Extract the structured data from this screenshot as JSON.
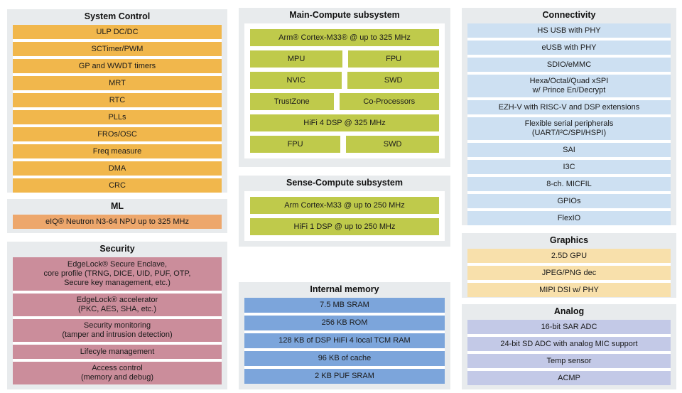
{
  "palette": {
    "section_bg": "#e8ebed",
    "system_control": "#f1b74c",
    "ml": "#eda76c",
    "security": "#cb8d9b",
    "compute": "#bfca4b",
    "memory": "#7ca5db",
    "connectivity": "#cde0f2",
    "graphics": "#f8e0ab",
    "analog": "#c3c9e7"
  },
  "sections": {
    "system_control": {
      "title": "System Control",
      "items": [
        "ULP DC/DC",
        "SCTimer/PWM",
        "GP and WWDT timers",
        "MRT",
        "RTC",
        "PLLs",
        "FROs/OSC",
        "Freq measure",
        "DMA",
        "CRC"
      ]
    },
    "ml": {
      "title": "ML",
      "items": [
        "eIQ® Neutron N3-64 NPU up to 325 MHz"
      ]
    },
    "security": {
      "title": "Security",
      "items": [
        "EdgeLock® Secure Enclave,\ncore profile (TRNG, DICE, UID, PUF, OTP,\nSecure key management, etc.)",
        "EdgeLock® accelerator\n(PKC, AES, SHA, etc.)",
        "Security monitoring\n(tamper and intrusion detection)",
        "Lifecyle management",
        "Access control\n(memory and debug)"
      ]
    },
    "main_compute": {
      "title": "Main-Compute subsystem",
      "rows": [
        {
          "full": "Arm® Cortex-M33® @ up to 325 MHz"
        },
        {
          "left": "MPU",
          "right": "FPU"
        },
        {
          "left": "NVIC",
          "right": "SWD"
        },
        {
          "left": "TrustZone",
          "right": "Co-Processors"
        },
        {
          "full": "HiFi 4 DSP @ 325 MHz"
        },
        {
          "left": "FPU",
          "right": "SWD"
        }
      ]
    },
    "sense_compute": {
      "title": "Sense-Compute subsystem",
      "items": [
        "Arm Cortex-M33 @ up to 250 MHz",
        "HiFi 1 DSP @ up to 250 MHz"
      ]
    },
    "internal_memory": {
      "title": "Internal memory",
      "items": [
        "7.5 MB SRAM",
        "256 KB ROM",
        "128 KB of DSP HiFi 4 local TCM RAM",
        "96 KB of cache",
        "2 KB PUF SRAM"
      ]
    },
    "connectivity": {
      "title": "Connectivity",
      "items": [
        "HS USB with PHY",
        "eUSB with PHY",
        "SDIO/eMMC",
        "Hexa/Octal/Quad xSPI\nw/ Prince En/Decrypt",
        "EZH-V with RISC-V and DSP extensions",
        "Flexible serial peripherals\n(UART/I²C/SPI/HSPI)",
        "SAI",
        "I3C",
        "8-ch. MICFIL",
        "GPIOs",
        "FlexIO"
      ]
    },
    "graphics": {
      "title": "Graphics",
      "items": [
        "2.5D GPU",
        "JPEG/PNG dec",
        "MIPI DSI w/ PHY"
      ]
    },
    "analog": {
      "title": "Analog",
      "items": [
        "16-bit SAR ADC",
        "24-bit SD ADC with analog MIC support",
        "Temp sensor",
        "ACMP"
      ]
    }
  }
}
